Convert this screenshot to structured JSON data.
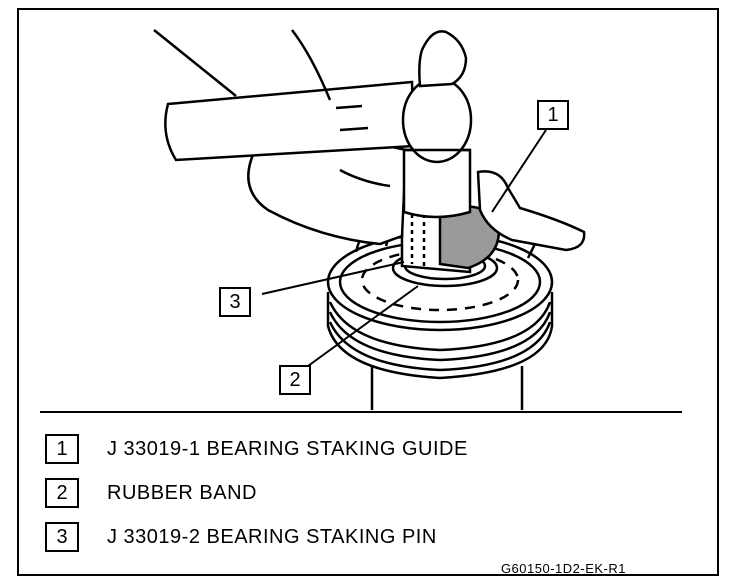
{
  "callouts": [
    {
      "number": "1"
    },
    {
      "number": "2"
    },
    {
      "number": "3"
    }
  ],
  "legend": [
    {
      "number": "1",
      "text": "J 33019-1 BEARING STAKING GUIDE"
    },
    {
      "number": "2",
      "text": "RUBBER BAND"
    },
    {
      "number": "3",
      "text": "J 33019-2 BEARING STAKING PIN"
    }
  ],
  "figure_code": "G60150-1D2-EK-R1"
}
